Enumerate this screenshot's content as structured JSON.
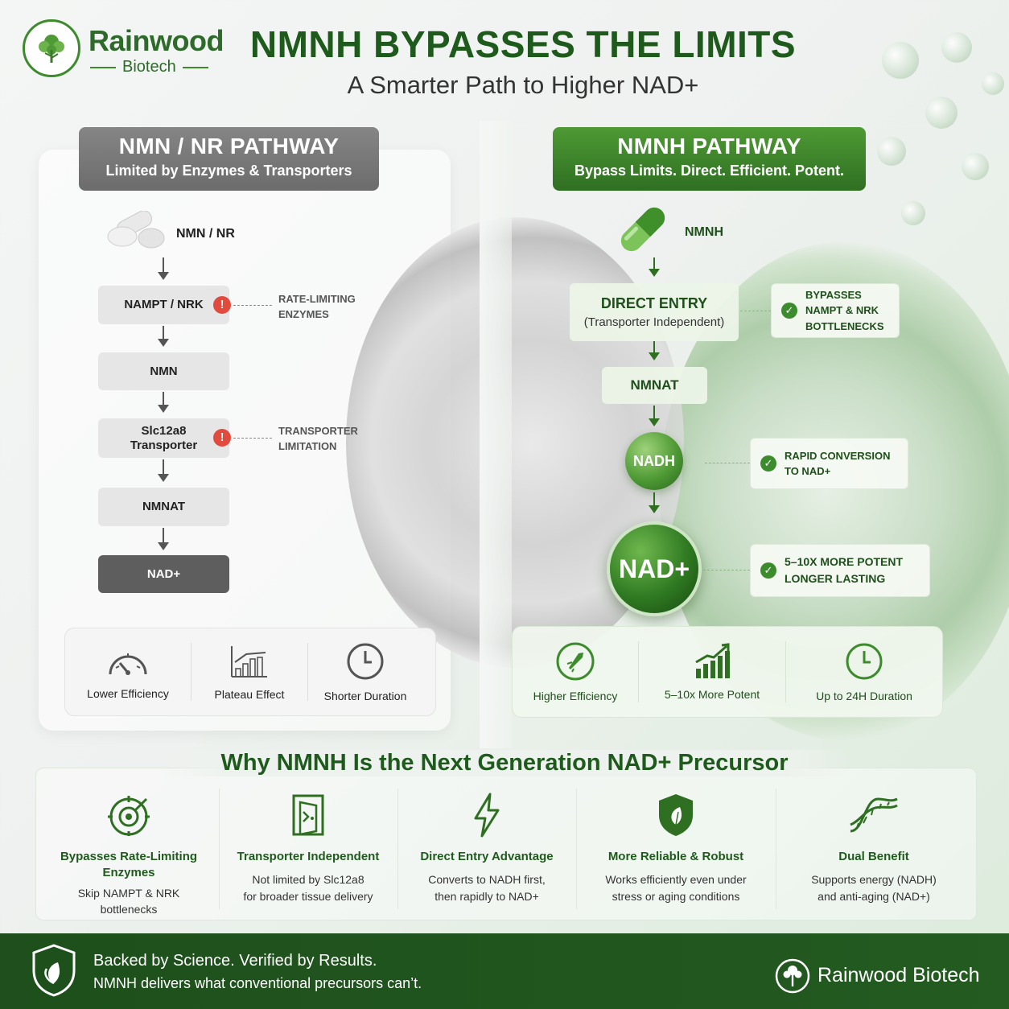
{
  "brand": {
    "name": "Rainwood",
    "sub": "Biotech",
    "footer_name": "Rainwood Biotech"
  },
  "title": "NMNH BYPASSES THE LIMITS",
  "subtitle": "A Smarter Path to Higher NAD+",
  "left": {
    "title": "NMN / NR PATHWAY",
    "subtitle": "Limited by Enzymes & Transporters",
    "start_label": "NMN / NR",
    "steps": [
      "NAMPT / NRK",
      "NMN",
      "Slc12a8",
      "Transporter",
      "NMNAT",
      "NAD+"
    ],
    "note1_a": "RATE-LIMITING",
    "note1_b": "ENZYMES",
    "note2_a": "TRANSPORTER",
    "note2_b": "LIMITATION",
    "warn": "!",
    "benefits": [
      "Lower Efficiency",
      "Plateau Effect",
      "Shorter Duration"
    ]
  },
  "right": {
    "title": "NMNH PATHWAY",
    "subtitle": "Bypass Limits. Direct. Efficient. Potent.",
    "start_label": "NMNH",
    "entry_title": "DIRECT ENTRY",
    "entry_sub": "(Transporter Independent)",
    "nmnat": "NMNAT",
    "nadh": "NADH",
    "nad": "NAD+",
    "check": "✓",
    "side1": [
      "BYPASSES",
      "NAMPT & NRK",
      "BOTTLENECKS"
    ],
    "side2": [
      "RAPID CONVERSION",
      "TO NAD+"
    ],
    "side3": [
      "5–10X MORE POTENT",
      "LONGER LASTING"
    ],
    "benefits": [
      "Higher Efficiency",
      "5–10x More Potent",
      "Up to 24H Duration"
    ]
  },
  "why": {
    "title": "Why NMNH Is the Next Generation NAD+ Precursor",
    "items": [
      {
        "t1": "Bypasses Rate-Limiting",
        "t2": "Enzymes",
        "d1": "Skip NAMPT & NRK",
        "d2": "bottlenecks",
        "icon": "target-icon"
      },
      {
        "t1": "Transporter Independent",
        "t2": "",
        "d1": "Not limited by Slc12a8",
        "d2": "for broader tissue delivery",
        "icon": "door-icon"
      },
      {
        "t1": "Direct Entry Advantage",
        "t2": "",
        "d1": "Converts to NADH first,",
        "d2": "then rapidly to NAD+",
        "icon": "lightning-icon"
      },
      {
        "t1": "More Reliable & Robust",
        "t2": "",
        "d1": "Works efficiently even under",
        "d2": "stress or aging conditions",
        "icon": "shield-leaf-icon"
      },
      {
        "t1": "Dual Benefit",
        "t2": "",
        "d1": "Supports energy (NADH)",
        "d2": "and anti-aging (NAD+)",
        "icon": "dna-icon"
      }
    ]
  },
  "footer": {
    "line1": "Backed by Science. Verified by Results.",
    "line2": "NMNH delivers what conventional precursors can’t."
  },
  "colors": {
    "brand_green": "#2e6b2a",
    "dark_green": "#1f5a1d",
    "warn_red": "#e24a3d",
    "gray_header": "#787878"
  }
}
